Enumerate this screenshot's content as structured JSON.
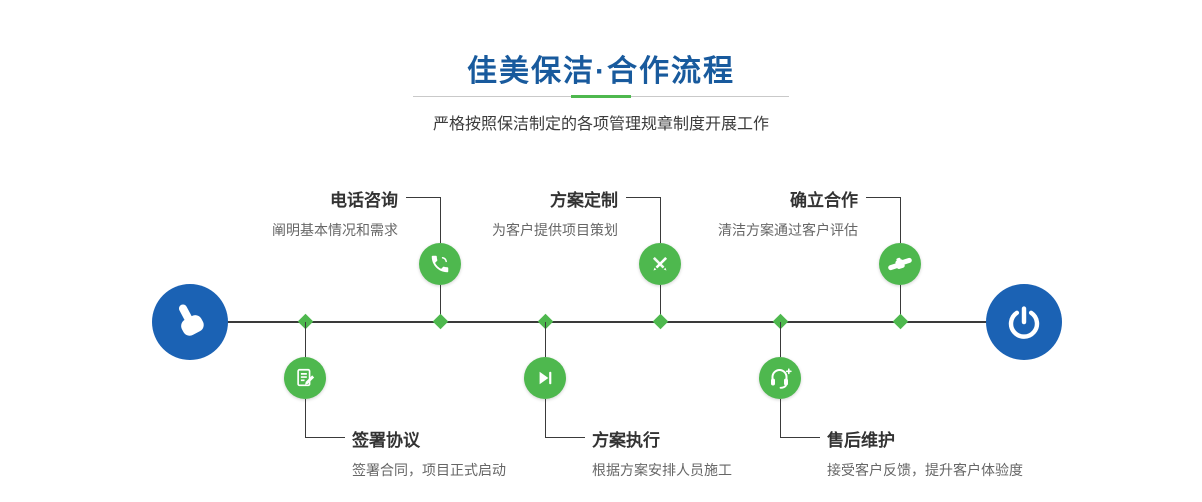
{
  "header": {
    "title": "佳美保洁·合作流程",
    "subtitle": "严格按照保洁制定的各项管理规章制度开展工作"
  },
  "colors": {
    "title_blue": "#185a9d",
    "endpoint_blue": "#1b62b4",
    "step_green": "#4eb84e",
    "line_dark": "#3a3a3a",
    "divider_gray": "#c9c9c9"
  },
  "timeline": {
    "start_icon": "pointing-hand-icon",
    "end_icon": "power-icon"
  },
  "steps_top": [
    {
      "title": "电话咨询",
      "desc": "阐明基本情况和需求",
      "icon": "phone-icon"
    },
    {
      "title": "方案定制",
      "desc": "为客户提供项目策划",
      "icon": "design-tools-icon"
    },
    {
      "title": "确立合作",
      "desc": "清洁方案通过客户评估",
      "icon": "handshake-icon"
    }
  ],
  "steps_bottom": [
    {
      "title": "签署协议",
      "desc": "签署合同，项目正式启动",
      "icon": "contract-icon"
    },
    {
      "title": "方案执行",
      "desc": "根据方案安排人员施工",
      "icon": "play-icon"
    },
    {
      "title": "售后维护",
      "desc": "接受客户反馈，提升客户体验度",
      "icon": "headset-icon"
    }
  ]
}
